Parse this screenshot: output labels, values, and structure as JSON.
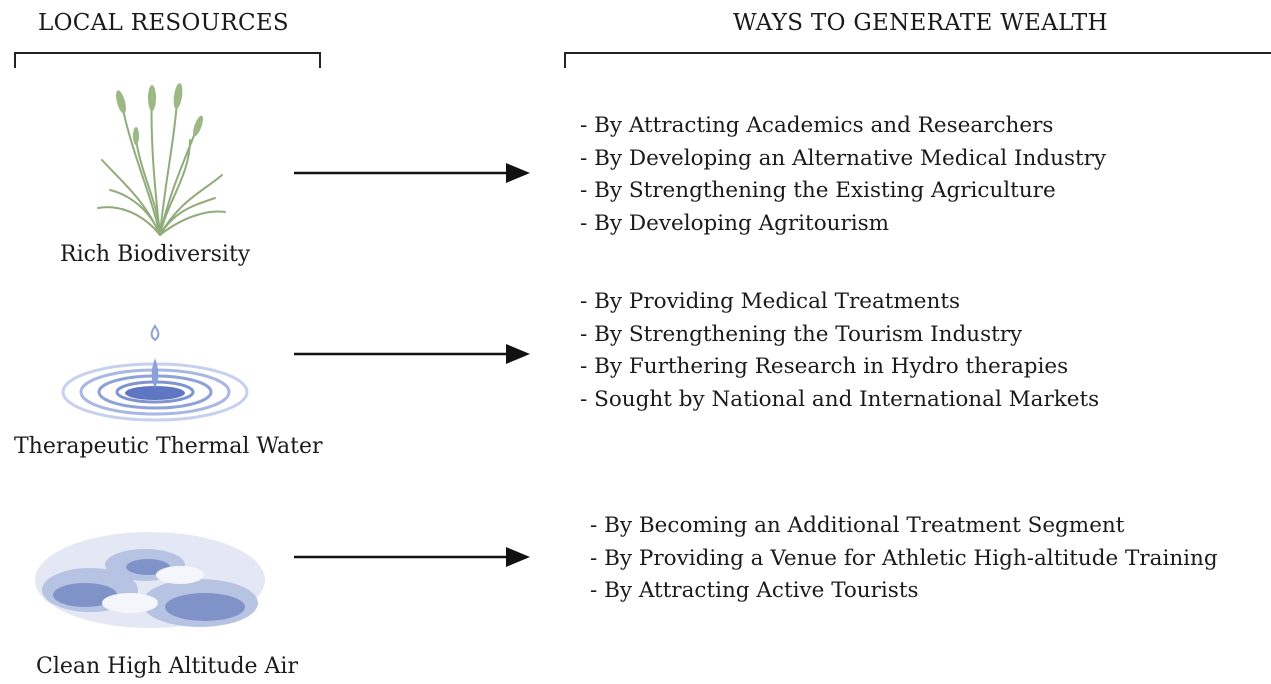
{
  "headers": {
    "left": "LOCAL RESOURCES",
    "right": "WAYS TO GENERATE WEALTH"
  },
  "resources": [
    {
      "label": "Rich Biodiversity",
      "icon": "grass-plant-icon",
      "ways": [
        "- By Attracting Academics and Researchers",
        "- By Developing an Alternative Medical Industry",
        "- By Strengthening the Existing Agriculture",
        "- By Developing Agritourism"
      ]
    },
    {
      "label": "Therapeutic Thermal Water",
      "icon": "water-drop-ripple-icon",
      "ways": [
        "- By Providing Medical Treatments",
        "- By Strengthening the Tourism Industry",
        "- By Furthering Research in Hydro therapies",
        "- Sought by National and International Markets"
      ]
    },
    {
      "label": "Clean High Altitude Air",
      "icon": "clouds-icon",
      "ways": [
        "- By Becoming an Additional Treatment Segment",
        "- By Providing a Venue for Athletic High-altitude Training",
        "- By Attracting Active Tourists"
      ]
    }
  ],
  "colors": {
    "text": "#1a1a1a",
    "grass": "#8fac7a",
    "water": "#6f86c9",
    "cloud": "#7f93c9"
  }
}
